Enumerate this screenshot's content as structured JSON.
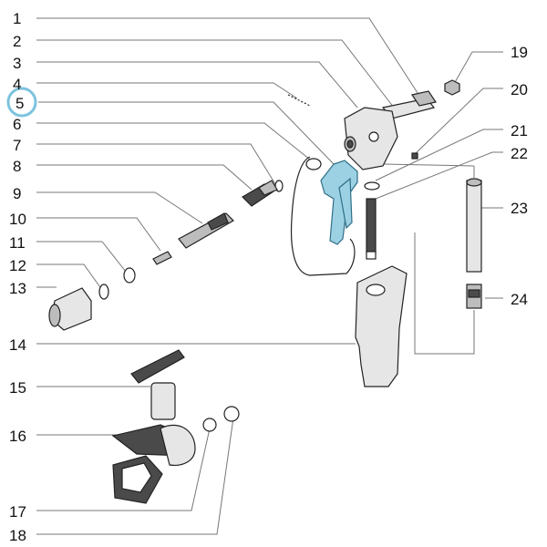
{
  "colors": {
    "highlight_ring": "#7cc3de",
    "highlight_part": "#9cd0e3",
    "line": "#777777",
    "text": "#111111"
  },
  "highlighted_part": "5",
  "callouts_left": [
    "1",
    "2",
    "3",
    "4",
    "5",
    "6",
    "7",
    "8",
    "9",
    "10",
    "11",
    "12",
    "13",
    "14",
    "15",
    "16",
    "17",
    "18"
  ],
  "callouts_right": [
    "19",
    "20",
    "21",
    "22",
    "23",
    "24"
  ]
}
